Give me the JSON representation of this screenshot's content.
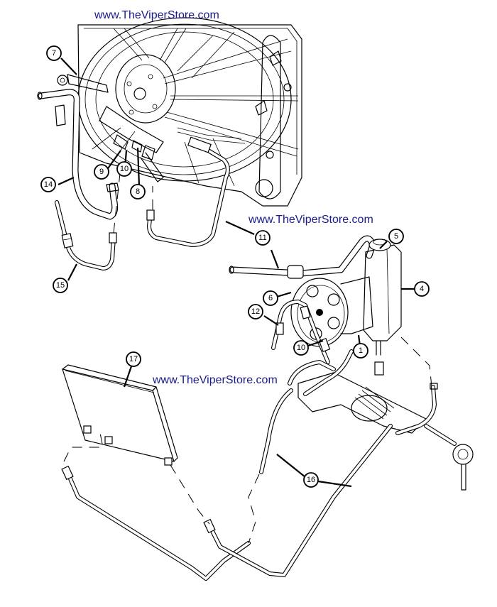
{
  "diagram": {
    "title": "Power Steering Hoses and Cooler",
    "watermarks": [
      {
        "text": "www.TheViperStore.com"
      },
      {
        "text": "www.TheViperStore.com"
      },
      {
        "text": "www.TheViperStore.com"
      }
    ],
    "callouts": [
      {
        "id": "1",
        "label": "1",
        "part": "power-steering-pump"
      },
      {
        "id": "4",
        "label": "4",
        "part": "reservoir"
      },
      {
        "id": "5",
        "label": "5",
        "part": "reservoir-cap"
      },
      {
        "id": "6",
        "label": "6",
        "part": "pump-pulley"
      },
      {
        "id": "7",
        "label": "7",
        "part": "bracket"
      },
      {
        "id": "8",
        "label": "8",
        "part": "fitting"
      },
      {
        "id": "9",
        "label": "9",
        "part": "fitting"
      },
      {
        "id": "10a",
        "label": "10",
        "part": "o-ring"
      },
      {
        "id": "10b",
        "label": "10",
        "part": "o-ring"
      },
      {
        "id": "11",
        "label": "11",
        "part": "hose"
      },
      {
        "id": "12",
        "label": "12",
        "part": "pressure-hose"
      },
      {
        "id": "14",
        "label": "14",
        "part": "hose"
      },
      {
        "id": "15",
        "label": "15",
        "part": "hose"
      },
      {
        "id": "16",
        "label": "16",
        "part": "cooler-lines"
      },
      {
        "id": "17",
        "label": "17",
        "part": "oil-cooler"
      }
    ],
    "colors": {
      "watermark": "#1a1a8c",
      "line": "#000000",
      "background": "#ffffff"
    }
  }
}
